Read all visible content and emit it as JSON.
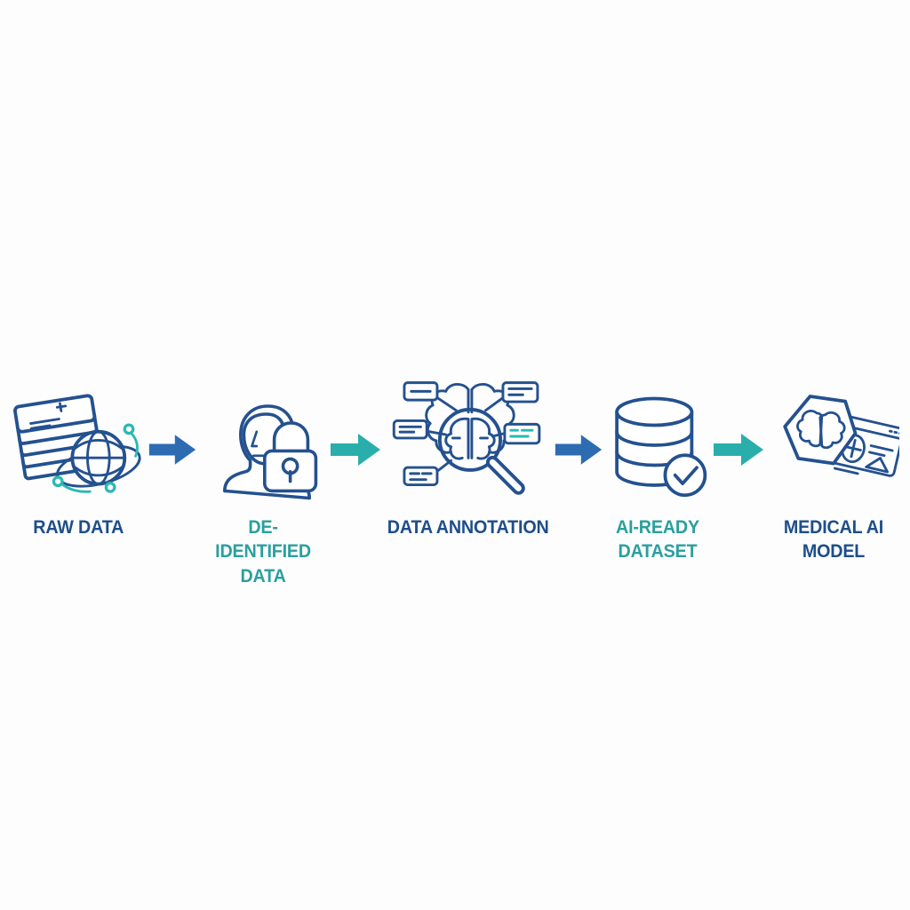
{
  "colors": {
    "bg": "#fdfdfd",
    "navy_text": "#1d4e89",
    "teal_text": "#2aa09e",
    "icon_navy": "#24518f",
    "teal_accent": "#2ab9b3",
    "arrow_blue": "#2e6cb2",
    "arrow_teal": "#2aaeab"
  },
  "pipeline": {
    "type": "flow-diagram",
    "direction": "left-to-right",
    "stages": [
      {
        "label": "RAW DATA",
        "icon": "medical-documents-globe-icon",
        "label_color": "navy"
      },
      {
        "label": "DE-IDENTIFIED DATA",
        "icon": "person-lock-icon",
        "label_color": "teal"
      },
      {
        "label": "DATA ANNOTATION",
        "icon": "brain-magnifier-annotation-icon",
        "label_color": "navy"
      },
      {
        "label": "AI-READY DATASET",
        "icon": "database-checkmark-icon",
        "label_color": "teal"
      },
      {
        "label": "MEDICAL AI MODEL",
        "icon": "brain-display-icon",
        "label_color": "navy"
      }
    ],
    "arrows": [
      {
        "direction": "right",
        "color": "blue"
      },
      {
        "direction": "right",
        "color": "teal"
      },
      {
        "direction": "right",
        "color": "blue"
      },
      {
        "direction": "right",
        "color": "teal"
      }
    ]
  }
}
